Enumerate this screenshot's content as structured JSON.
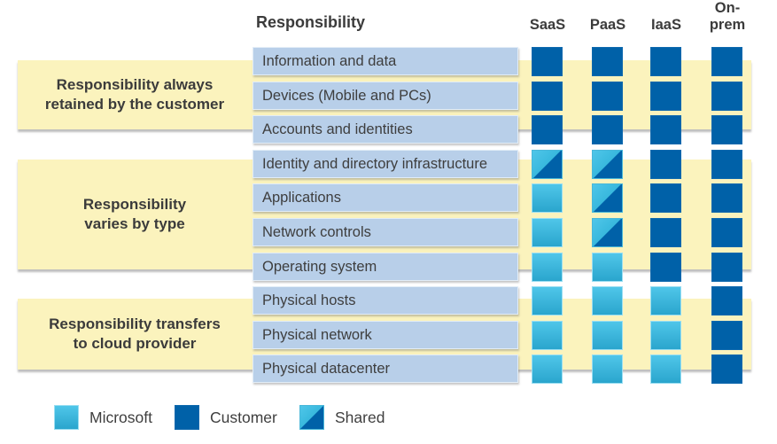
{
  "header": {
    "responsibility": "Responsibility",
    "columns": [
      "SaaS",
      "PaaS",
      "IaaS",
      "On-prem"
    ]
  },
  "groups": [
    {
      "line1": "Responsibility always",
      "line2": "retained by the customer"
    },
    {
      "line1": "Responsibility",
      "line2": "varies by type"
    },
    {
      "line1": "Responsibility transfers",
      "line2": "to cloud provider"
    }
  ],
  "rows": [
    {
      "label": "Information and data",
      "cells": [
        "customer",
        "customer",
        "customer",
        "customer"
      ]
    },
    {
      "label": "Devices (Mobile and PCs)",
      "cells": [
        "customer",
        "customer",
        "customer",
        "customer"
      ]
    },
    {
      "label": "Accounts and identities",
      "cells": [
        "customer",
        "customer",
        "customer",
        "customer"
      ]
    },
    {
      "label": "Identity and directory infrastructure",
      "cells": [
        "shared",
        "shared",
        "customer",
        "customer"
      ]
    },
    {
      "label": "Applications",
      "cells": [
        "microsoft",
        "shared",
        "customer",
        "customer"
      ]
    },
    {
      "label": "Network controls",
      "cells": [
        "microsoft",
        "shared",
        "customer",
        "customer"
      ]
    },
    {
      "label": "Operating system",
      "cells": [
        "microsoft",
        "microsoft",
        "customer",
        "customer"
      ]
    },
    {
      "label": "Physical hosts",
      "cells": [
        "microsoft",
        "microsoft",
        "microsoft",
        "customer"
      ]
    },
    {
      "label": "Physical network",
      "cells": [
        "microsoft",
        "microsoft",
        "microsoft",
        "customer"
      ]
    },
    {
      "label": "Physical datacenter",
      "cells": [
        "microsoft",
        "microsoft",
        "microsoft",
        "customer"
      ]
    }
  ],
  "legend": [
    {
      "label": "Microsoft",
      "owner": "microsoft"
    },
    {
      "label": "Customer",
      "owner": "customer"
    },
    {
      "label": "Shared",
      "owner": "shared"
    }
  ],
  "colors": {
    "customer": "#0061a8",
    "microsoft_top": "#4fc6e9",
    "microsoft_bottom": "#2aa5cd",
    "band": "#fbf3bd",
    "row_box": "#b8cfe9"
  }
}
